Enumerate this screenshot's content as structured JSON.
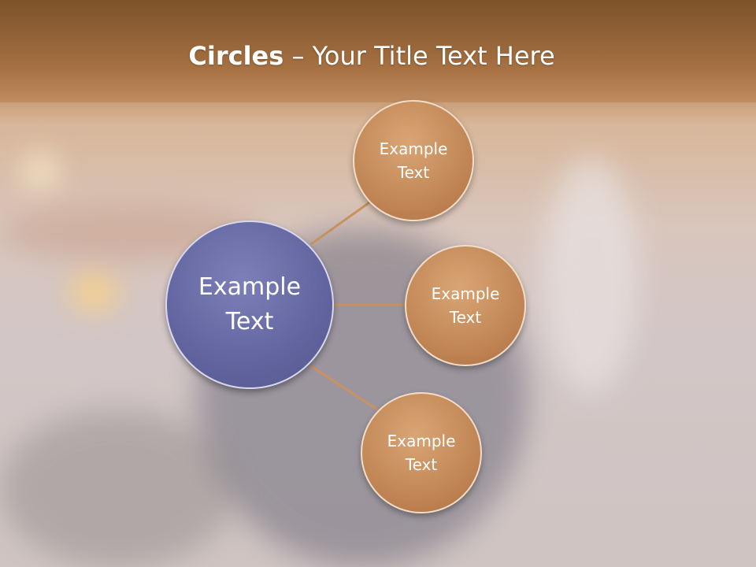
{
  "title": {
    "bold": "Circles",
    "rest": " – Your Title Text Here"
  },
  "diagram": {
    "center": {
      "label": "Example Text",
      "color": "#62649f"
    },
    "satellites": [
      {
        "label": "Example Text"
      },
      {
        "label": "Example Text"
      },
      {
        "label": "Example Text"
      }
    ],
    "satellite_color": "#c08454",
    "connector_color": "#c9915f"
  }
}
